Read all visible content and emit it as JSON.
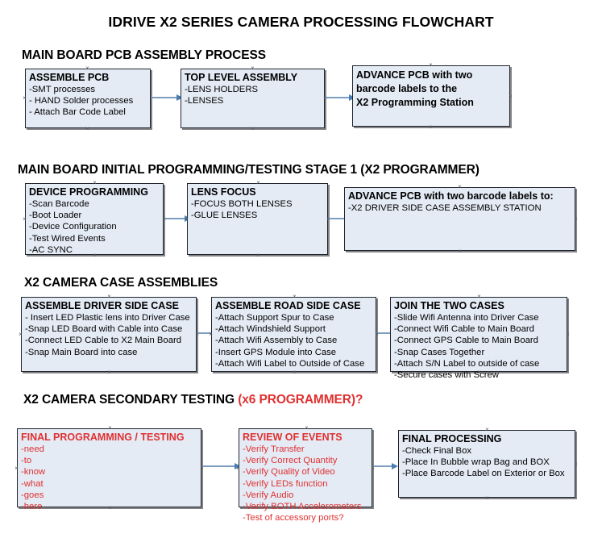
{
  "document": {
    "title": "IDRIVE X2  SERIES CAMERA PROCESSING FLOWCHART"
  },
  "colors": {
    "node_fill": "#e4ebf5",
    "node_border": "#20252b",
    "arrow": "#4a7fb5",
    "accent_red": "#e03030",
    "text": "#000000",
    "background": "#ffffff"
  },
  "sections": [
    {
      "id": "main-board-pcb-assembly-process",
      "header": "MAIN BOARD PCB ASSEMBLY PROCESS",
      "header_accent": "",
      "nodes": [
        {
          "id": "assemble-pcb",
          "title": "ASSEMBLE PCB",
          "lines": [
            "-SMT processes",
            "- HAND Solder processes",
            "- Attach Bar Code Label"
          ]
        },
        {
          "id": "top-level-assembly",
          "title": "TOP LEVEL ASSEMBLY",
          "lines": [
            "-LENS HOLDERS",
            "-LENSES"
          ]
        },
        {
          "id": "advance-pcb-programming-station",
          "title": "ADVANCE PCB with two\nbarcode labels to the\n X2 Programming Station",
          "lines": []
        }
      ]
    },
    {
      "id": "main-board-initial-programming",
      "header": "MAIN BOARD INITIAL PROGRAMMING/TESTING STAGE 1 (X2 PROGRAMMER)",
      "header_accent": "",
      "nodes": [
        {
          "id": "device-programming",
          "title": "DEVICE PROGRAMMING",
          "lines": [
            "-Scan Barcode",
            "-Boot Loader",
            "-Device Configuration",
            "-Test Wired Events",
            "-AC SYNC"
          ]
        },
        {
          "id": "lens-focus",
          "title": "LENS FOCUS",
          "lines": [
            "-FOCUS BOTH LENSES",
            "-GLUE LENSES"
          ]
        },
        {
          "id": "advance-pcb-driver-side-case",
          "title": "ADVANCE PCB with two barcode labels to:",
          "lines": [
            "-X2 DRIVER  SIDE  CASE  ASSEMBLY STATION"
          ]
        }
      ]
    },
    {
      "id": "x2-camera-case-assemblies",
      "header": "X2 CAMERA CASE ASSEMBLIES",
      "header_accent": "",
      "nodes": [
        {
          "id": "assemble-driver-side-case",
          "title": "ASSEMBLE DRIVER SIDE CASE",
          "lines": [
            "- Insert LED Plastic lens into Driver Case",
            "-Snap LED Board with Cable into Case",
            "-Connect LED Cable to X2 Main Board",
            "-Snap Main Board into case"
          ]
        },
        {
          "id": "assemble-road-side-case",
          "title": "ASSEMBLE ROAD SIDE CASE",
          "lines": [
            "-Attach Support Spur to Case",
            "-Attach Windshield Support",
            "-Attach Wifi Assembly to Case",
            "-Insert GPS Module into Case",
            "-Attach Wifi Label to Outside of Case"
          ]
        },
        {
          "id": "join-the-two-cases",
          "title": "JOIN THE TWO CASES",
          "lines": [
            "-Slide Wifi Antenna into Driver Case",
            "-Connect Wifi Cable to Main Board",
            "-Connect GPS Cable to Main Board",
            "-Snap Cases Together",
            "-Attach S/N Label to outside of case",
            "-Secure cases with Screw"
          ]
        }
      ]
    },
    {
      "id": "x2-camera-secondary-testing",
      "header": "X2 CAMERA SECONDARY TESTING ",
      "header_accent": "(x6 PROGRAMMER)?",
      "nodes": [
        {
          "id": "final-programming-testing",
          "title": "FINAL PROGRAMMING / TESTING",
          "lines": [
            "-need",
            "-to",
            "-know",
            "-what",
            "-goes",
            "-here"
          ]
        },
        {
          "id": "review-of-events",
          "title": "REVIEW OF EVENTS",
          "lines": [
            "-Verify Transfer",
            "-Verify Correct Quantity",
            "-Verify Quality of Video",
            "-Verify LEDs function",
            "-Verify Audio",
            "-Verify BOTH Accelerometers",
            "-Test of accessory ports?"
          ]
        },
        {
          "id": "final-processing",
          "title": "FINAL PROCESSING",
          "lines": [
            " -Check Final Box",
            "-Place In Bubble wrap Bag and BOX",
            "-Place Barcode Label on Exterior or Box"
          ]
        }
      ]
    }
  ]
}
